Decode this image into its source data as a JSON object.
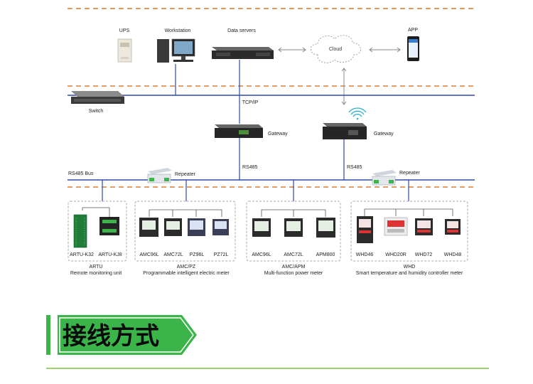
{
  "top": {
    "ups": "UPS",
    "workstation": "Workstation",
    "data_servers": "Data servers",
    "cloud": "Cloud",
    "app": "APP",
    "switch": "Switch",
    "tcpip": "TCP/IP"
  },
  "gateways": {
    "gateway1": "Gateway",
    "gateway2": "Gateway",
    "rs485_1": "RS485",
    "rs485_2": "RS485"
  },
  "bus": {
    "rs485_bus": "RS485 Bus",
    "repeater1": "Repeater",
    "repeater2": "Repeater"
  },
  "groups": [
    {
      "devices": [
        "ARTU-K32",
        "ARTU-KJ8"
      ],
      "name": "ARTU",
      "desc": "Remote monitoring unit"
    },
    {
      "devices": [
        "AMC96L",
        "AMC72L",
        "PZ96L",
        "PZ72L"
      ],
      "name": "AMC/PZ",
      "desc": "Programmable intelligent electric meter"
    },
    {
      "devices": [
        "AMC96L",
        "AMC72L",
        "APM800"
      ],
      "name": "AMC/APM",
      "desc": "Multi-function power meter"
    },
    {
      "devices": [
        "WHD46",
        "WHD20R",
        "WHD72",
        "WHD48"
      ],
      "name": "WHD",
      "desc": "Smart temperature and humidity controller meter"
    }
  ],
  "footer": {
    "title": "接线方式"
  },
  "colors": {
    "orange": "#e07a2a",
    "bus_blue": "#2f4aa8",
    "green": "#3bb54a",
    "footer_line": "#7cc242"
  }
}
